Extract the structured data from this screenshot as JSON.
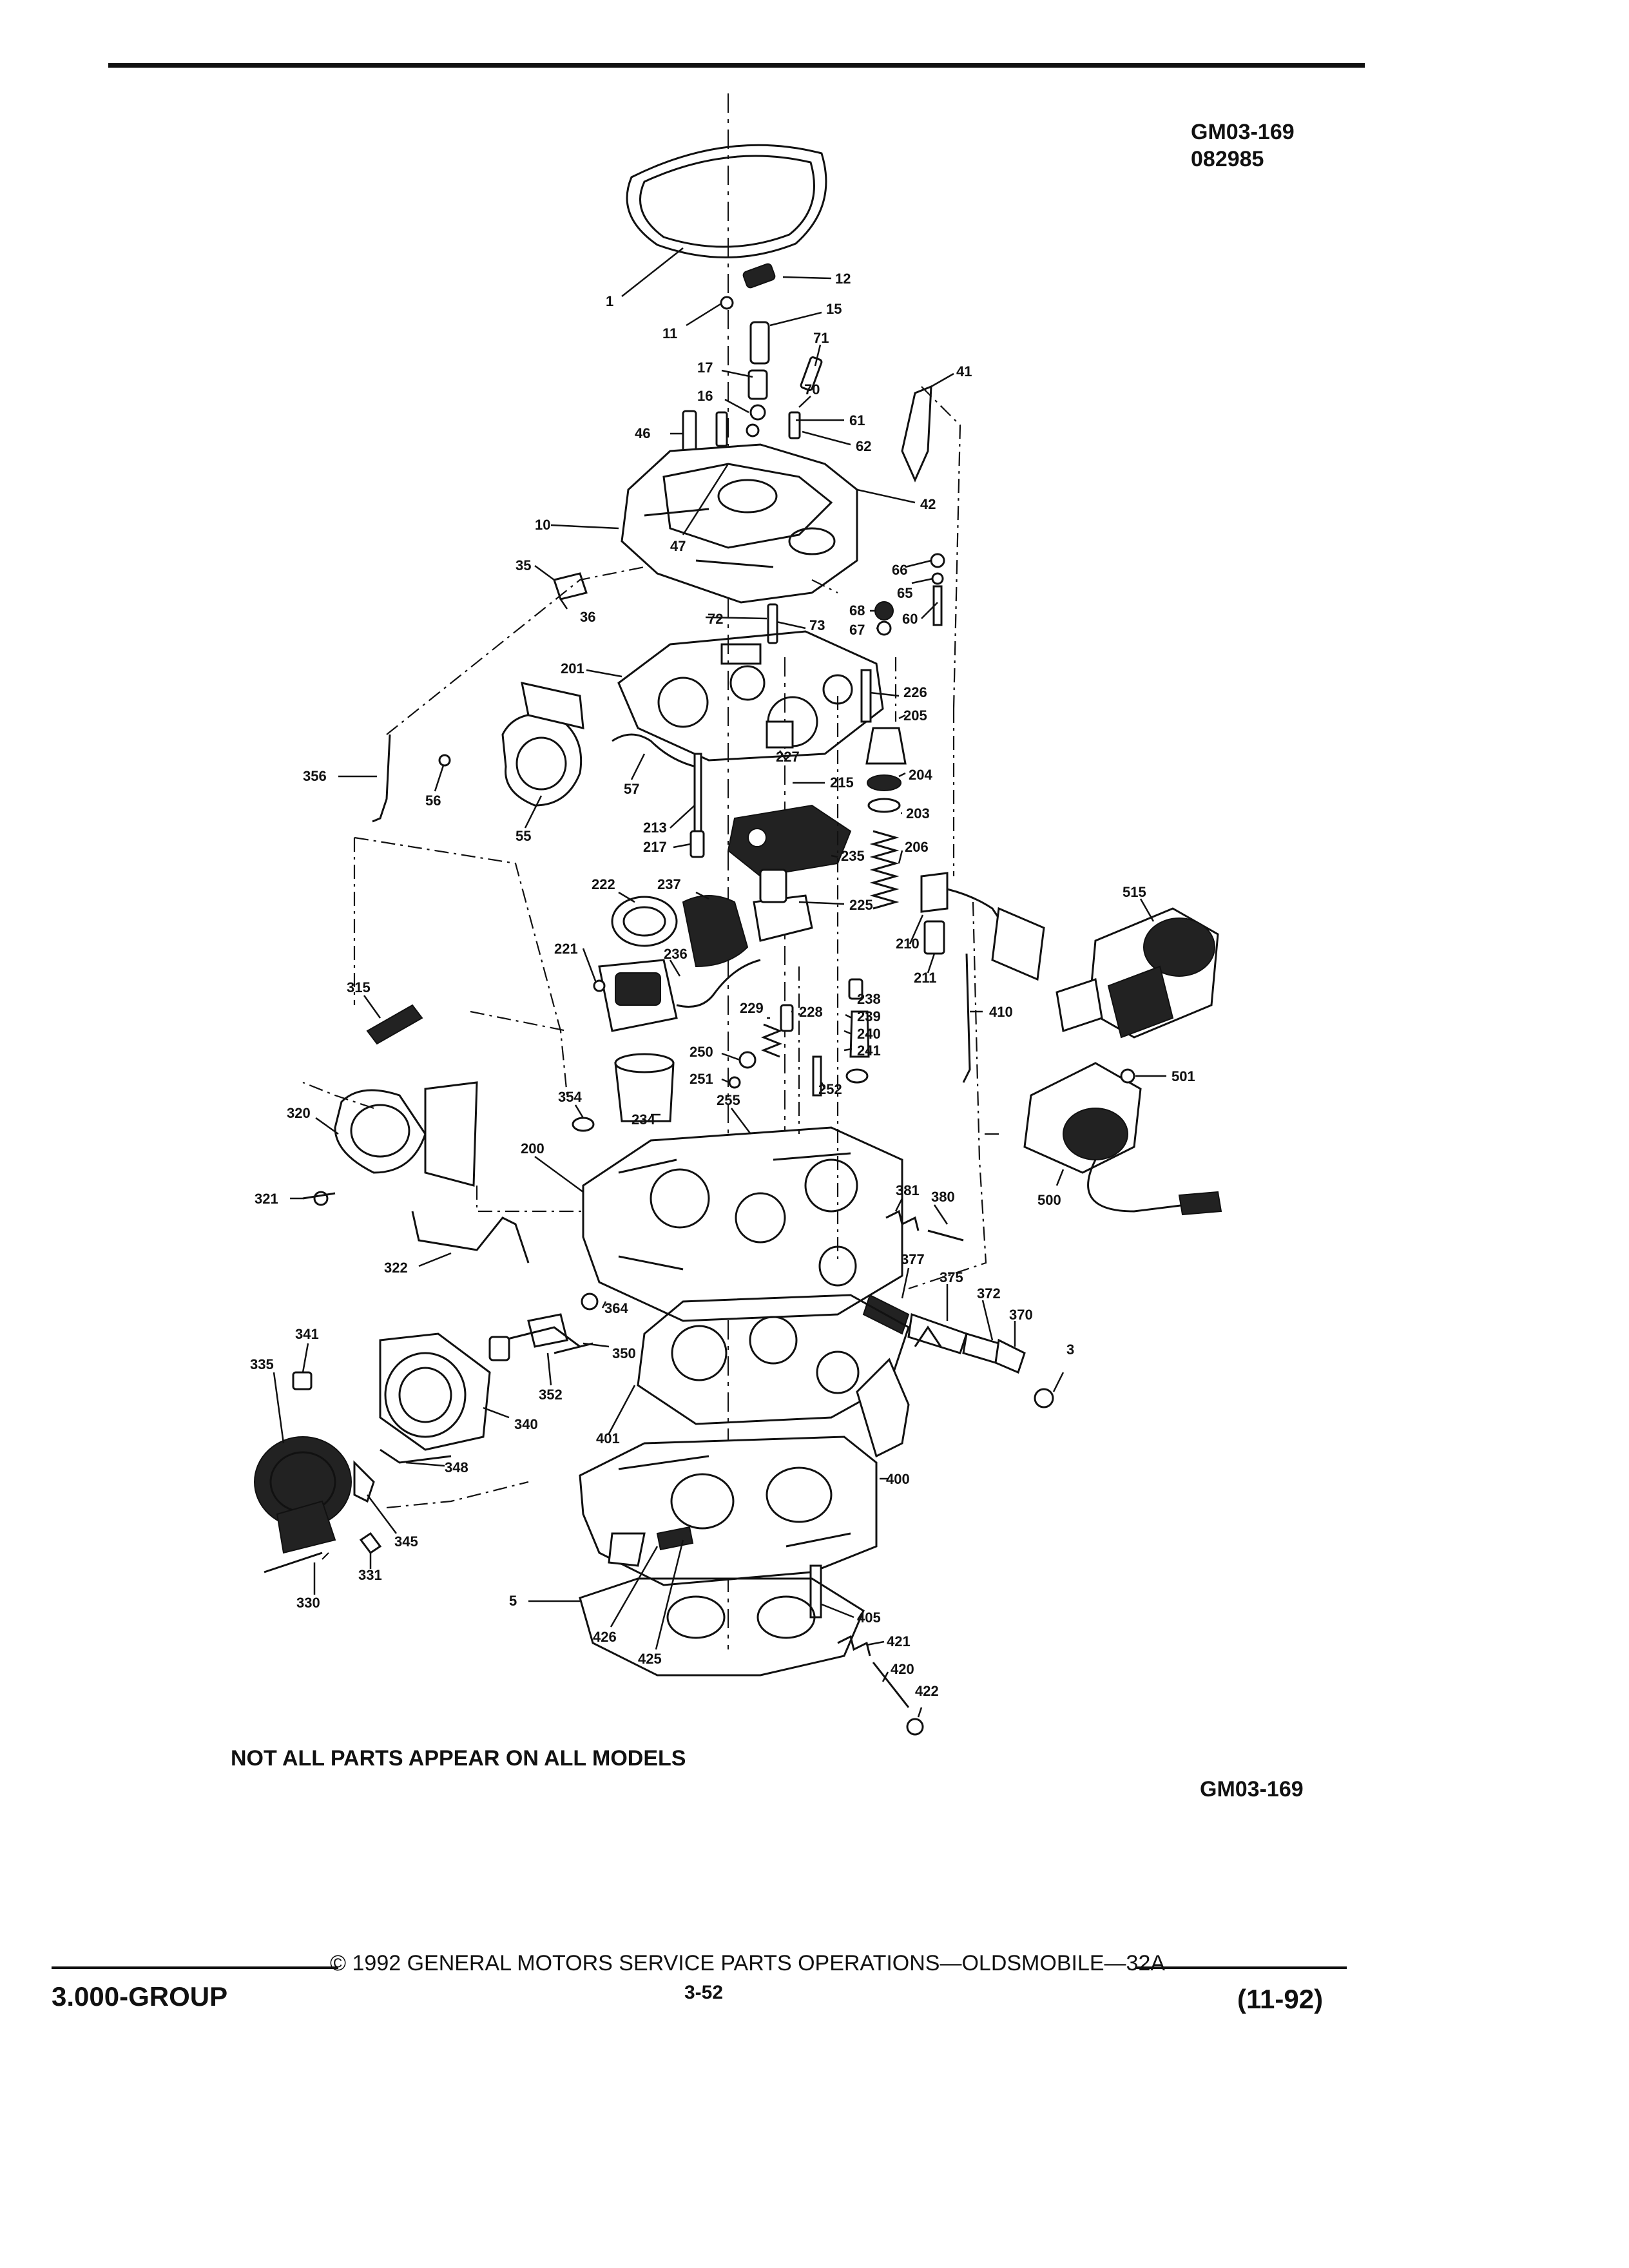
{
  "header": {
    "code": "GM03-169",
    "date_code": "082985"
  },
  "note": "NOT ALL PARTS APPEAR ON ALL MODELS",
  "figure_code": "GM03-169",
  "footer": {
    "copyright": "© 1992 GENERAL MOTORS SERVICE PARTS OPERATIONS—OLDSMOBILE—32A",
    "group": "3.000-GROUP",
    "page_number": "3-52",
    "revision": "(11-92)"
  },
  "part_labels": [
    "1",
    "12",
    "11",
    "15",
    "71",
    "17",
    "16",
    "70",
    "41",
    "46",
    "61",
    "62",
    "42",
    "10",
    "47",
    "35",
    "36",
    "66",
    "65",
    "68",
    "67",
    "60",
    "72",
    "73",
    "201",
    "226",
    "205",
    "356",
    "56",
    "57",
    "227",
    "215",
    "204",
    "55",
    "213",
    "203",
    "217",
    "235",
    "206",
    "222",
    "237",
    "225",
    "515",
    "221",
    "236",
    "210",
    "211",
    "315",
    "238",
    "239",
    "240",
    "241",
    "229",
    "228",
    "250",
    "251",
    "252",
    "410",
    "354",
    "255",
    "234",
    "501",
    "320",
    "200",
    "381",
    "380",
    "321",
    "500",
    "322",
    "377",
    "375",
    "364",
    "372",
    "370",
    "3",
    "341",
    "350",
    "335",
    "352",
    "340",
    "401",
    "348",
    "400",
    "345",
    "331",
    "330",
    "5",
    "426",
    "405",
    "421",
    "425",
    "420",
    "422"
  ]
}
